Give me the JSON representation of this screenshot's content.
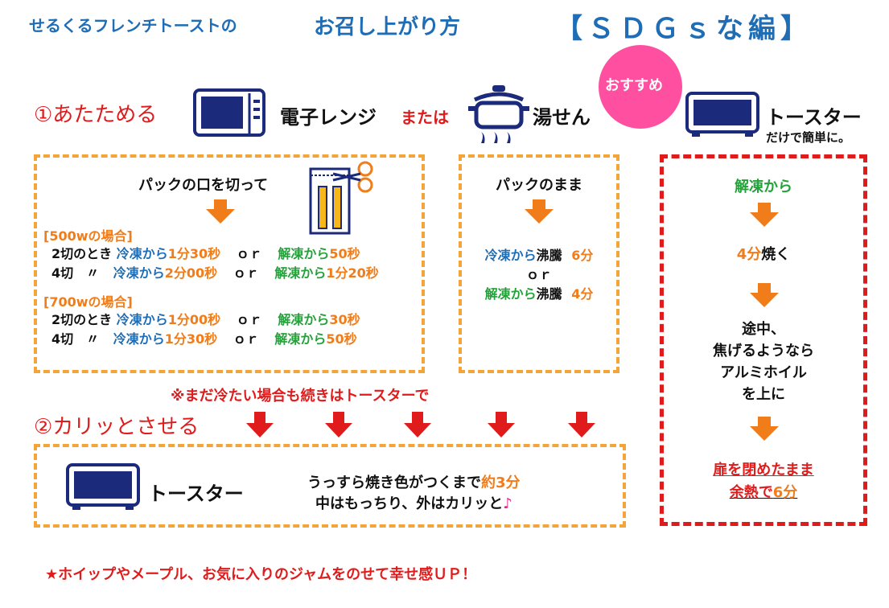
{
  "header": {
    "brand": "せるくるフレンチトーストの",
    "subtitle": "お召し上がり方",
    "edition": "【ＳＤＧｓな編】"
  },
  "step1": {
    "label": "①あたためる",
    "microwave": "電子レンジ",
    "or": "または",
    "water_bath": "湯せん",
    "recommend_badge": "おすすめ",
    "toaster": "トースター",
    "toaster_note": "だけで簡単に。"
  },
  "microwave_box": {
    "instruction": "パックの口を切って",
    "section_500": "[500wの場合]",
    "section_700": "[700wの場合]",
    "rows_500": [
      {
        "count": "2切のとき",
        "frozen": "冷凍から",
        "frozen_time": "1分30秒",
        "or": "ｏｒ",
        "thawed": "解凍から",
        "thawed_time": "50秒"
      },
      {
        "count": "4切　〃",
        "frozen": "冷凍から",
        "frozen_time": "2分00秒",
        "or": "ｏｒ",
        "thawed": "解凍から",
        "thawed_time": "1分20秒"
      }
    ],
    "rows_700": [
      {
        "count": "2切のとき",
        "frozen": "冷凍から",
        "frozen_time": "1分00秒",
        "or": "ｏｒ",
        "thawed": "解凍から",
        "thawed_time": "30秒"
      },
      {
        "count": "4切　〃",
        "frozen": "冷凍から",
        "frozen_time": "1分30秒",
        "or": "ｏｒ",
        "thawed": "解凍から",
        "thawed_time": "50秒"
      }
    ]
  },
  "water_box": {
    "instruction": "パックのまま",
    "frozen": "冷凍から",
    "boil": "沸騰",
    "frozen_time": "6分",
    "or": "ｏｒ",
    "thawed": "解凍から",
    "thawed_time": "4分"
  },
  "toaster_box": {
    "start": "解凍から",
    "bake_time": "4分",
    "bake": "焼く",
    "note_line1": "途中、",
    "note_line2": "焦げるようなら",
    "note_line3": "アルミホイル",
    "note_line4": "を上に",
    "final_line1": "扉を閉めたまま",
    "final_line2a": "余熱で",
    "final_time": "6分"
  },
  "notice": "※まだ冷たい場合も続きはトースターで",
  "step2": {
    "label": "②カリッとさせる",
    "toaster": "トースター",
    "line1_a": "うっすら焼き色がつくまで",
    "line1_time": "約3分",
    "line2": "中はもっちり、外はカリッと",
    "note_symbol": "♪"
  },
  "footer": "★ホイップやメープル、お気に入りのジャムをのせて幸せ感ＵＰ！",
  "colors": {
    "blue": "#1f6db5",
    "orange": "#f07c1a",
    "green": "#23a23a",
    "red": "#e01b1b",
    "pink": "#e6228b",
    "navy": "#1b2a7a",
    "badge": "#ff4fa0"
  },
  "icons": [
    "microwave-icon",
    "pot-icon",
    "toaster-icon",
    "scissors-pack-icon",
    "down-arrow-icon"
  ]
}
